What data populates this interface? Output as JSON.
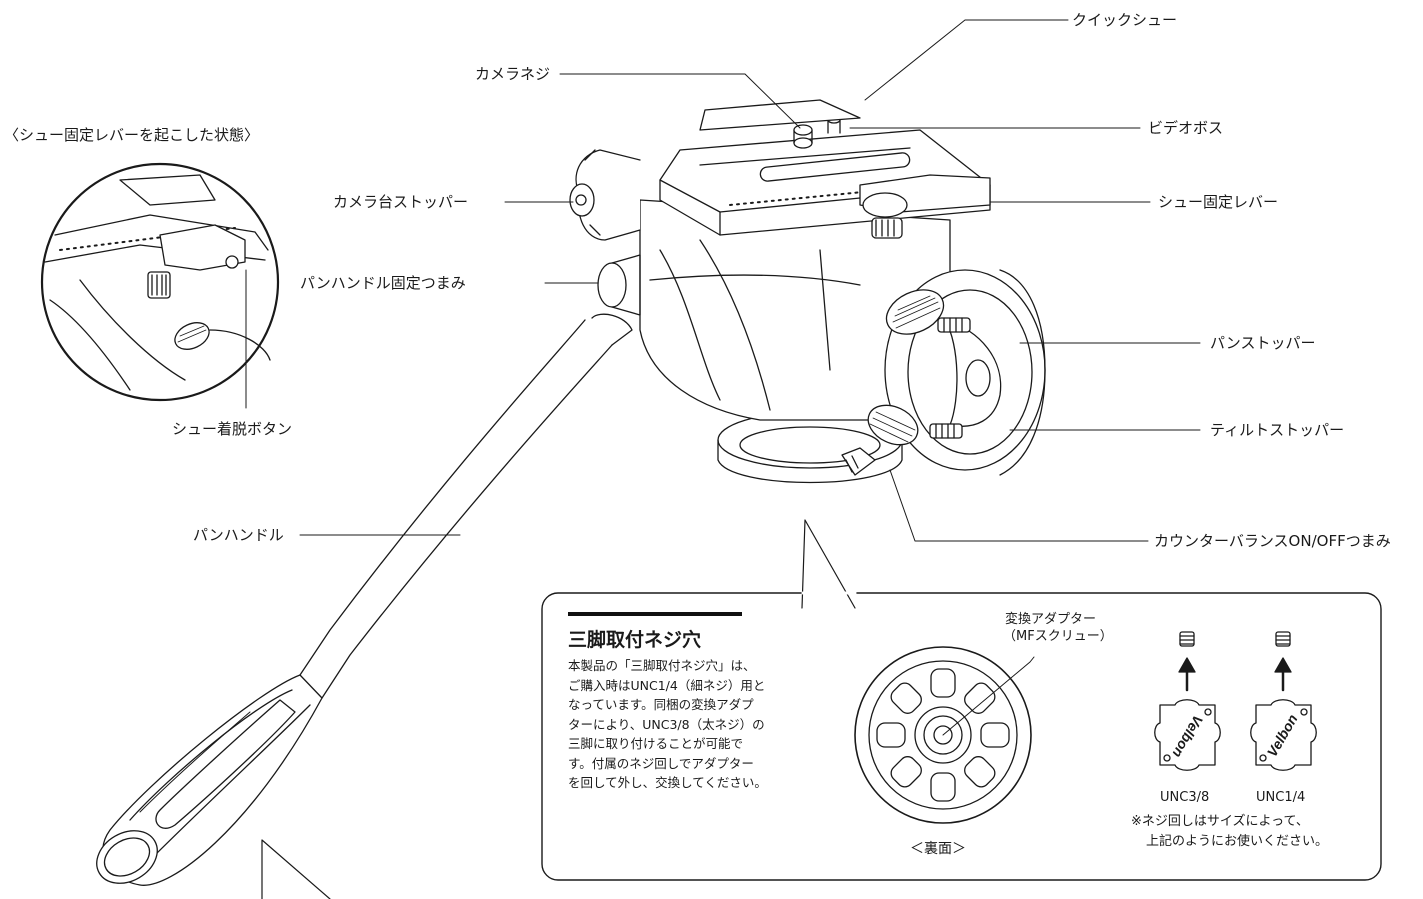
{
  "callouts": {
    "quick_shoe": "クイックシュー",
    "camera_screw": "カメラネジ",
    "video_boss": "ビデオボス",
    "raised_state": "〈シュー固定レバーを起こした状態〉",
    "camera_stopper": "カメラ台ストッパー",
    "shoe_lever": "シュー固定レバー",
    "pan_handle_knob": "パンハンドル固定つまみ",
    "pan_stopper": "パンストッパー",
    "shoe_release": "シュー着脱ボタン",
    "tilt_stopper": "ティルトストッパー",
    "counter_balance": "カウンターバランスON/OFFつまみ",
    "pan_handle": "パンハンドル"
  },
  "info_box": {
    "title": "三脚取付ネジ穴",
    "body": "本製品の「三脚取付ネジ穴」は、\nご購入時はUNC1/4（細ネジ）用と\nなっています。同梱の変換アダプ\nターにより、UNC3/8（太ネジ）の\n三脚に取り付けることが可能で\nす。付属のネジ回しでアダプター\nを回して外し、交換してください。",
    "adapter_label_1": "変換アダプター",
    "adapter_label_2": "（MFスクリュー）",
    "bottom_caption": "＜裏面＞",
    "size_left": "UNC3/8",
    "size_right": "UNC1/4",
    "note_1": "※ネジ回しはサイズによって、",
    "note_2": "上記のようにお使いください。",
    "tool_brand": "Velbon"
  }
}
